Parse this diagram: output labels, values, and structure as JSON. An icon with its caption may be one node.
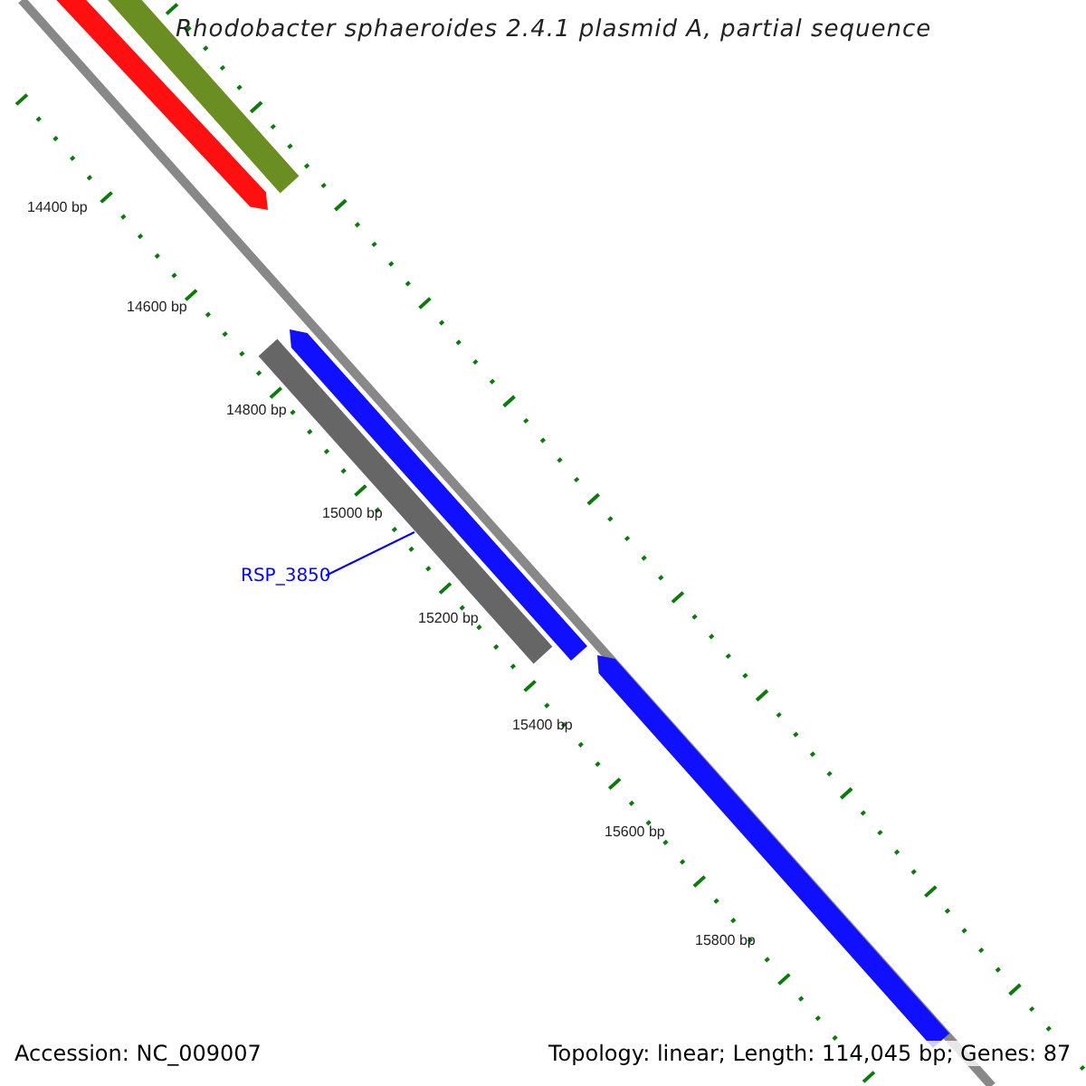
{
  "diagram": {
    "title": "Rhodobacter sphaeroides 2.4.1 plasmid A, partial sequence",
    "nodes": [
      {
        "text": [
          "RSP_3850"
        ]
      },
      {
        "text": [],
        "shape": "bar"
      }
    ],
    "edges": [
      {
        "from": 0,
        "to": 1,
        "arrow": "none",
        "color": "#0000ff"
      }
    ],
    "labels": [
      "14400 bp",
      "14600 bp",
      "14800 bp",
      "15000 bp",
      "15200 bp",
      "15400 bp",
      "15600 bp",
      "15800 bp",
      "Accession: NC_009007",
      "Topology: linear; Length: 114,045 bp; Genes: 87"
    ]
  }
}
